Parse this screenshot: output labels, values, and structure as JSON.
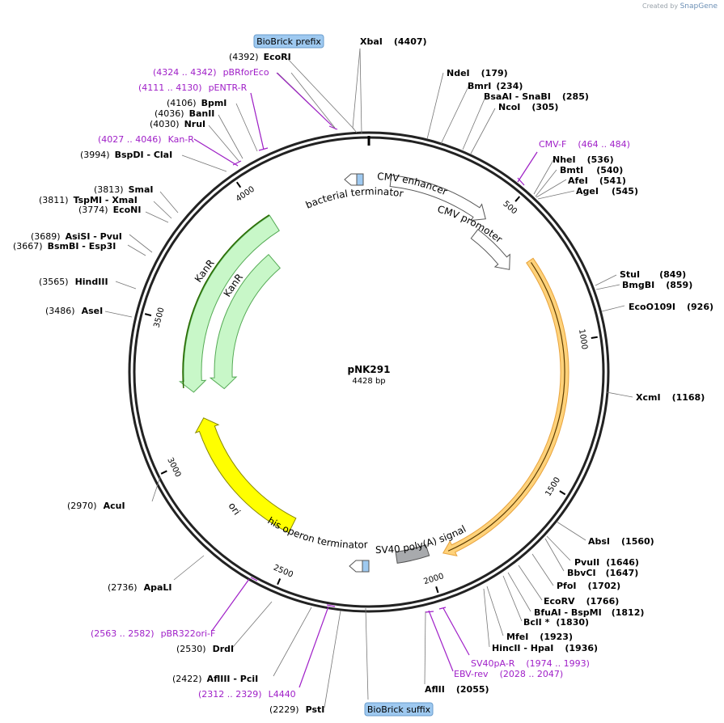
{
  "app": {
    "watermark_prefix": "Created by",
    "watermark_brand": "SnapGene"
  },
  "plasmid": {
    "name": "pNK291",
    "length_label": "4428 bp",
    "length": 4428
  },
  "ticks": [
    {
      "label": "500",
      "pos": 500
    },
    {
      "label": "1000",
      "pos": 1000
    },
    {
      "label": "1500",
      "pos": 1500
    },
    {
      "label": "2000",
      "pos": 2000
    },
    {
      "label": "2500",
      "pos": 2500
    },
    {
      "label": "3000",
      "pos": 3000
    },
    {
      "label": "3500",
      "pos": 3500
    },
    {
      "label": "4000",
      "pos": 4000
    }
  ],
  "features": [
    {
      "name": "CMV enhancer",
      "start": 80,
      "end": 459,
      "color": "#ffffff",
      "stroke": "#555555"
    },
    {
      "name": "CMV promoter",
      "start": 460,
      "end": 663,
      "color": "#ffffff",
      "stroke": "#555555"
    },
    {
      "name": "",
      "start": 680,
      "end": 1940,
      "color": "#ffd27a",
      "stroke": "#e8a33c",
      "inner_line": "#5a3a00"
    },
    {
      "name": "SV40 poly(A) signal",
      "start": 1990,
      "end": 2110,
      "color": "#a8aaad",
      "stroke": "#555555"
    },
    {
      "name": "ori",
      "start": 2540,
      "end": 3130,
      "color": "#ffff00",
      "stroke": "#888800"
    },
    {
      "name": "KanR",
      "start": 3240,
      "end": 4030,
      "color": "#c8f7c8",
      "stroke": "#55aa55",
      "outer_line": "#2a6a00"
    },
    {
      "name": "KanR",
      "start": 3240,
      "end": 3930,
      "color": "#c8f7c8",
      "stroke": "#55aa55"
    }
  ],
  "feature_labels": [
    "bacterial terminator",
    "his operon terminator"
  ],
  "biobricks": {
    "prefix": "BioBrick prefix",
    "suffix": "BioBrick suffix"
  },
  "sites": [
    {
      "name": "XbaI",
      "pos": "(4407)"
    },
    {
      "name": "NdeI",
      "pos": "(179)"
    },
    {
      "name": "BmrI",
      "pos": "(234)"
    },
    {
      "name": "BsaAI",
      "sep": " - ",
      "name2": "SnaBI",
      "pos": "(285)"
    },
    {
      "name": "NcoI",
      "pos": "(305)"
    },
    {
      "name": "NheI",
      "pos": "(536)"
    },
    {
      "name": "BmtI",
      "pos": "(540)"
    },
    {
      "name": "AfeI",
      "pos": "(541)"
    },
    {
      "name": "AgeI",
      "pos": "(545)"
    },
    {
      "name": "StuI",
      "pos": "(849)"
    },
    {
      "name": "BmgBI",
      "pos": "(859)"
    },
    {
      "name": "EcoO109I",
      "pos": "(926)"
    },
    {
      "name": "XcmI",
      "pos": "(1168)"
    },
    {
      "name": "AbsI",
      "pos": "(1560)"
    },
    {
      "name": "PvuII",
      "pos": "(1646)"
    },
    {
      "name": "BbvCI",
      "pos": "(1647)"
    },
    {
      "name": "PfoI",
      "pos": "(1702)"
    },
    {
      "name": "EcoRV",
      "pos": "(1766)"
    },
    {
      "name": "BfuAI",
      "sep": " - ",
      "name2": "BspMI",
      "pos": "(1812)"
    },
    {
      "name": "BclI *",
      "pos": "(1830)"
    },
    {
      "name": "MfeI",
      "pos": "(1923)"
    },
    {
      "name": "HincII",
      "sep": " - ",
      "name2": "HpaI",
      "pos": "(1936)"
    },
    {
      "name": "AflII",
      "pos": "(2055)"
    },
    {
      "name": "PstI",
      "pos": "(2229)"
    },
    {
      "name": "AflIII",
      "sep": " - ",
      "name2": "PciI",
      "pos": "(2422)"
    },
    {
      "name": "DrdI",
      "pos": "(2530)"
    },
    {
      "name": "ApaLI",
      "pos": "(2736)"
    },
    {
      "name": "AcuI",
      "pos": "(2970)"
    },
    {
      "name": "AseI",
      "pos": "(3486)"
    },
    {
      "name": "HindIII",
      "pos": "(3565)"
    },
    {
      "name": "BsmBI",
      "sep": " - ",
      "name2": "Esp3I",
      "pos": "(3667)"
    },
    {
      "name": "AsiSI",
      "sep": " - ",
      "name2": "PvuI",
      "pos": "(3689)"
    },
    {
      "name": "EcoNI",
      "pos": "(3774)"
    },
    {
      "name": "TspMI",
      "sep": " - ",
      "name2": "XmaI",
      "pos": "(3811)"
    },
    {
      "name": "SmaI",
      "pos": "(3813)"
    },
    {
      "name": "BspDI",
      "sep": " - ",
      "name2": "ClaI",
      "pos": "(3994)"
    },
    {
      "name": "NruI",
      "pos": "(4030)"
    },
    {
      "name": "BanII",
      "pos": "(4036)"
    },
    {
      "name": "BpmI",
      "pos": "(4106)"
    },
    {
      "name": "EcoRI",
      "pos": "(4392)"
    }
  ],
  "primers": [
    {
      "name": "CMV-F",
      "range": "(464 .. 484)"
    },
    {
      "name": "SV40pA-R",
      "range": "(1974 .. 1993)"
    },
    {
      "name": "EBV-rev",
      "range": "(2028 .. 2047)"
    },
    {
      "name": "L4440",
      "range": "(2312 .. 2329)"
    },
    {
      "name": "pBR322ori-F",
      "range": "(2563 .. 2582)"
    },
    {
      "name": "Kan-R",
      "range": "(4027 .. 4046)"
    },
    {
      "name": "pENTR-R",
      "range": "(4111 .. 4130)"
    },
    {
      "name": "pBRforEco",
      "range": "(4324 .. 4342)"
    }
  ]
}
